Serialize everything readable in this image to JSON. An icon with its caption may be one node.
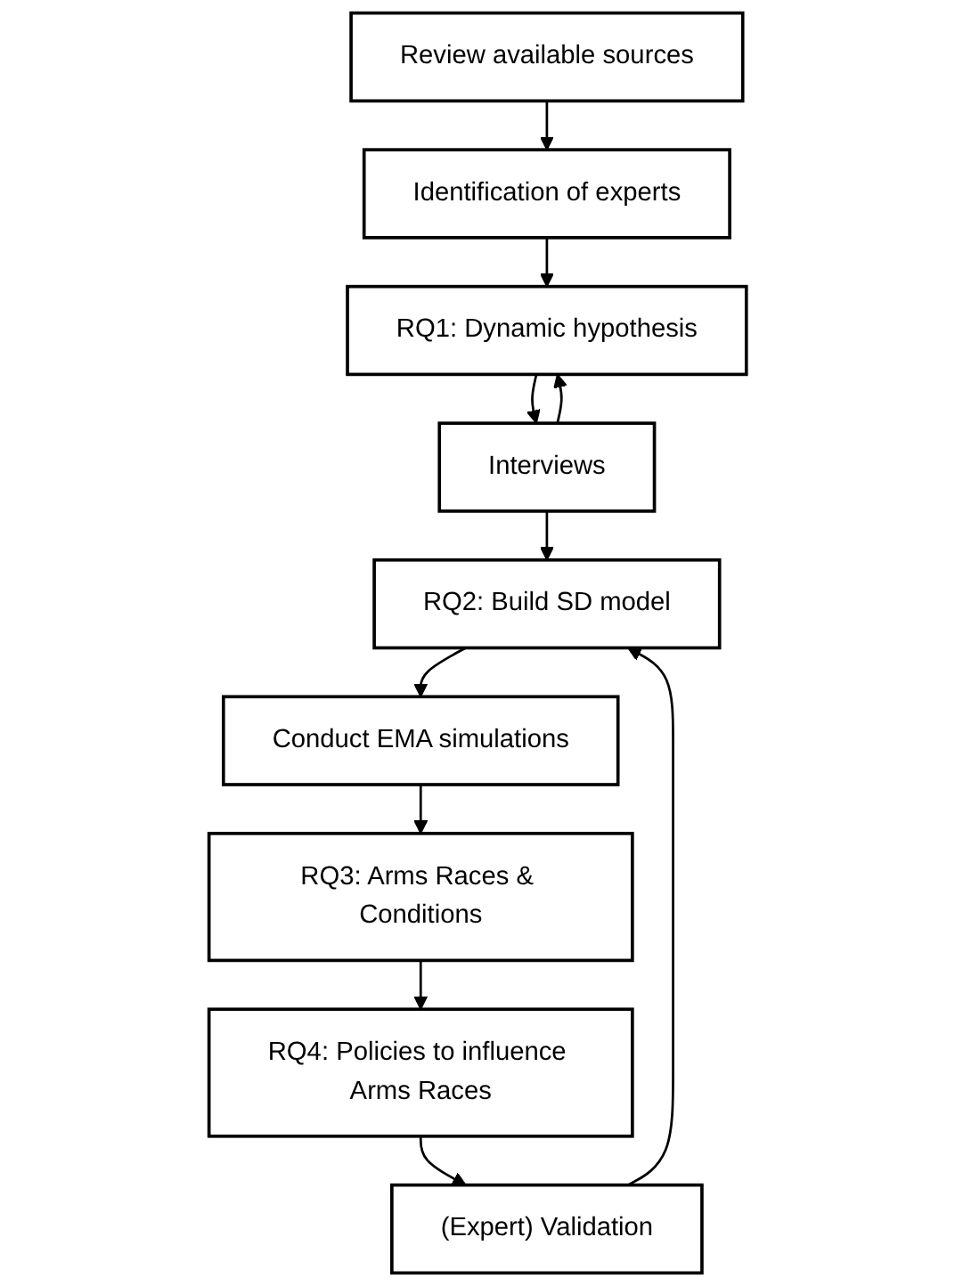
{
  "diagram": {
    "nodes": [
      {
        "text": [
          "Review available sources"
        ]
      },
      {
        "text": [
          "Identification of experts"
        ]
      },
      {
        "text": [
          "RQ1: Dynamic hypothesis"
        ]
      },
      {
        "text": [
          "Interviews"
        ]
      },
      {
        "text": [
          "RQ2: Build SD model"
        ]
      },
      {
        "text": [
          "Conduct EMA simulations"
        ]
      },
      {
        "text": [
          "RQ3: Arms Races & Conditions"
        ]
      },
      {
        "text": [
          "RQ4: Policies to influence Arms Races"
        ]
      },
      {
        "text": [
          "(Expert) Validation"
        ]
      }
    ],
    "edges": [
      {
        "from": 0,
        "to": 1,
        "arrow": "to"
      },
      {
        "from": 1,
        "to": 2,
        "arrow": "to"
      },
      {
        "from": 2,
        "to": 3,
        "arrow": "to"
      },
      {
        "from": 3,
        "to": 4,
        "arrow": "to"
      },
      {
        "from": 4,
        "to": 5,
        "arrow": "to"
      },
      {
        "from": 5,
        "to": 6,
        "arrow": "to"
      },
      {
        "from": 6,
        "to": 7,
        "arrow": "to"
      },
      {
        "from": 7,
        "to": 8,
        "arrow": "to"
      },
      {
        "from": 3,
        "to": 2,
        "arrow": "to"
      },
      {
        "from": 8,
        "to": 4,
        "arrow": "to"
      }
    ]
  }
}
